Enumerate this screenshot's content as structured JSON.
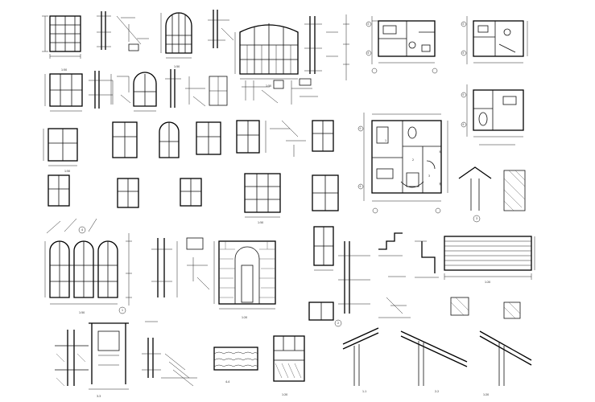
{
  "drawing": {
    "scale_marks": [
      "1:50",
      "1:50",
      "1:50",
      "1:50",
      "1:50",
      "1:50",
      "1:20",
      "1:20",
      "1:20",
      "1:20"
    ],
    "axis_numbers": [
      "①",
      "②",
      "①",
      "②",
      "①",
      "②",
      "①",
      "②",
      "Ⓐ",
      "Ⓑ"
    ],
    "bubble_numbers": [
      "1",
      "2",
      "3",
      "4"
    ],
    "room_labels": [
      "1",
      "2",
      "3"
    ],
    "section_marks": [
      "1-1",
      "2-2",
      "3-3",
      "4-4"
    ]
  }
}
